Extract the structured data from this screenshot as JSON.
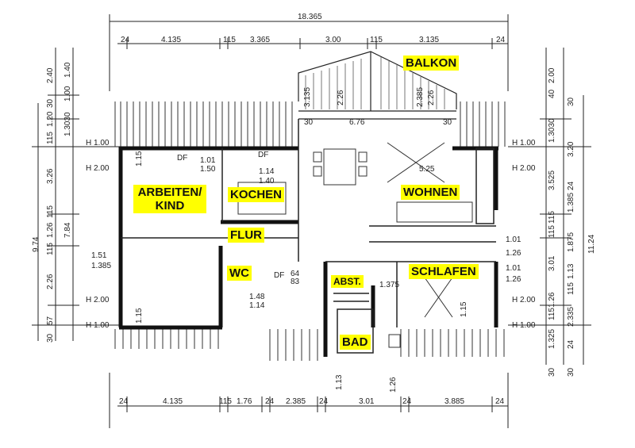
{
  "rooms": {
    "balkon": "BALKON",
    "arbeiten_line1": "ARBEITEN/",
    "arbeiten_line2": "KIND",
    "kochen": "KOCHEN",
    "wohnen": "WOHNEN",
    "flur": "FLUR",
    "wc": "WC",
    "abst": "ABST.",
    "schlafen": "SCHLAFEN",
    "bad": "BAD"
  },
  "dimensions": {
    "total_width": "18.365",
    "top": [
      "24",
      "4.135",
      "115",
      "3.365",
      "3.00",
      "115",
      "3.135",
      "24"
    ],
    "bottom": [
      "24",
      "4.135",
      "115",
      "1.76",
      "24",
      "2.385",
      "24",
      "3.01",
      "24",
      "3.885",
      "24"
    ],
    "left_outer": "9.74",
    "left_mid": [
      "2.40",
      "1.40",
      "1.00",
      "30",
      "1.20",
      "1.3030",
      "115",
      "3.26",
      "7.84",
      "1.26",
      "115",
      "2.26",
      "115",
      "57",
      "30"
    ],
    "right_outer": "11.24",
    "right_mid": [
      "2.00",
      "40",
      "30",
      "1.3030",
      "3.20",
      "3.525",
      "24",
      "1.385",
      "115",
      "1.875",
      "3.01",
      "115",
      "1.13",
      "115",
      "1.26",
      "2.335",
      "115",
      "1.325",
      "24",
      "30",
      "30"
    ],
    "heights": [
      "H 1.00",
      "H 2.00",
      "H 2.00",
      "H 1.00",
      "H 1.00",
      "H 2.00",
      "H 2.00",
      "H 1.00"
    ],
    "inner": [
      "1.01",
      "1.50",
      "1.14",
      "1.40",
      "30",
      "6.76",
      "30",
      "5.25",
      "1.15",
      "1.15",
      "1.51",
      "1.385",
      "64",
      "83",
      "1.48",
      "1.14",
      "1.375",
      "1.01",
      "1.26",
      "1.01",
      "1.26",
      "1.15",
      "1.13",
      "1.26",
      "3.135",
      "2.26",
      "2.385",
      "2.26"
    ],
    "df": [
      "DF",
      "DF",
      "DF"
    ]
  },
  "colors": {
    "highlight": "#ffff00",
    "line": "#1a1a1a",
    "wall": "#111111"
  }
}
